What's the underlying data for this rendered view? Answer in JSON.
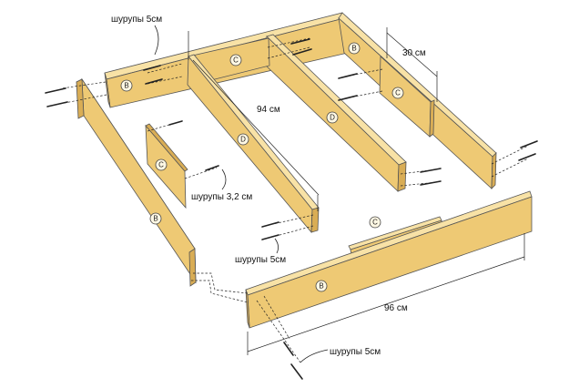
{
  "labels": {
    "screws_top": "шурупы 5см",
    "screws_mid": "шурупы 3,2 см",
    "screws_front": "шурупы 5см",
    "screws_bottom": "шурупы 5см",
    "dim_94": "94 см",
    "dim_30": "30 см",
    "dim_96": "96 см"
  },
  "parts": {
    "B": "B",
    "C": "C",
    "D": "D"
  }
}
